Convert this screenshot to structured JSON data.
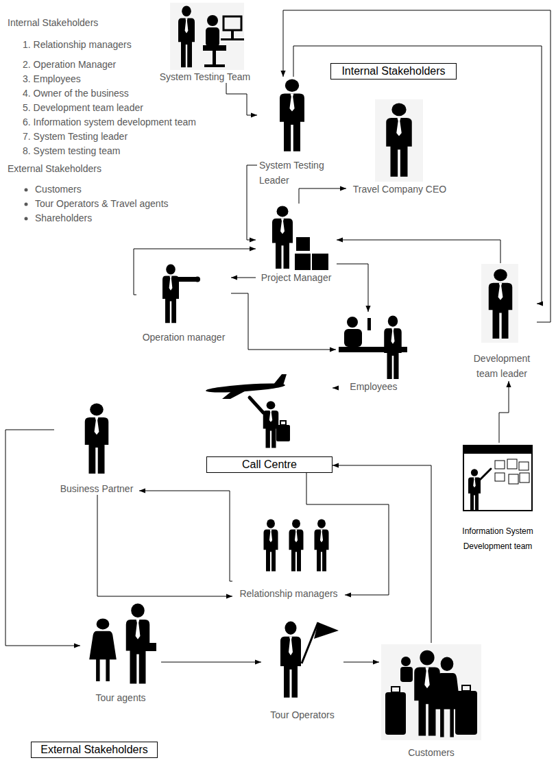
{
  "diagram": {
    "nodes": [
      {
        "text": [
          "System Testing Team"
        ]
      },
      {
        "text": [
          "Internal Stakeholders"
        ]
      },
      {
        "text": [
          "System Testing Leader"
        ]
      },
      {
        "text": [
          "Travel Company CEO"
        ]
      },
      {
        "text": [
          "Project Manager"
        ]
      },
      {
        "text": [
          "Operation manager"
        ]
      },
      {
        "text": [
          "Development team leader"
        ]
      },
      {
        "text": [
          "Employees"
        ]
      },
      {
        "text": [
          "Call Centre"
        ]
      },
      {
        "text": [
          "Business Partner"
        ]
      },
      {
        "text": [
          "Information System Development team"
        ]
      },
      {
        "text": [
          "Relationship managers"
        ]
      },
      {
        "text": [
          "Tour agents"
        ]
      },
      {
        "text": [
          "Tour Operators"
        ]
      },
      {
        "text": [
          "Customers"
        ]
      },
      {
        "text": [
          "External Stakeholders"
        ]
      }
    ],
    "edges": [
      {
        "from": 0,
        "to": 2,
        "arrow": "to"
      },
      {
        "from": 6,
        "to": 2,
        "arrow": "to"
      },
      {
        "from": 2,
        "to": 6,
        "arrow": "to"
      },
      {
        "from": 2,
        "to": 4,
        "arrow": "to"
      },
      {
        "from": 4,
        "to": 3,
        "arrow": "to"
      },
      {
        "from": 6,
        "to": 4,
        "arrow": "to"
      },
      {
        "from": 4,
        "to": 5,
        "arrow": "to"
      },
      {
        "from": 5,
        "to": 4,
        "arrow": "to"
      },
      {
        "from": 4,
        "to": 7,
        "arrow": "to"
      },
      {
        "from": 5,
        "to": 7,
        "arrow": "to"
      },
      {
        "from": 7,
        "to": 8,
        "arrow": "to"
      },
      {
        "from": 8,
        "to": 11,
        "arrow": "to"
      },
      {
        "from": 14,
        "to": 8,
        "arrow": "to"
      },
      {
        "from": 11,
        "to": 9,
        "arrow": "to"
      },
      {
        "from": 9,
        "to": 11,
        "arrow": "to"
      },
      {
        "from": 9,
        "to": 12,
        "arrow": "to"
      },
      {
        "from": 12,
        "to": 13,
        "arrow": "to"
      },
      {
        "from": 13,
        "to": 14,
        "arrow": "to"
      },
      {
        "from": 10,
        "to": 6,
        "arrow": "to"
      }
    ],
    "labels": [
      "Internal Stakeholders",
      "1. Relationship managers",
      "2. Operation Manager",
      "3. Employees",
      "4. Owner of the business",
      "5. Development team leader",
      "6. Information system development team",
      "7. System Testing leader",
      "8. System testing team",
      "External Stakeholders",
      "Customers",
      "Tour Operators & Travel agents",
      "Shareholders"
    ]
  }
}
